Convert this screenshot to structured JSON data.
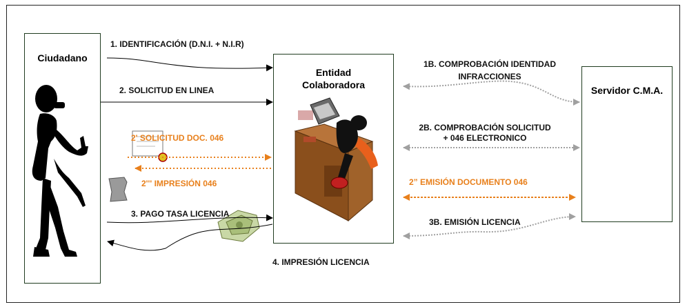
{
  "nodes": {
    "ciudadano": "Ciudadano",
    "entidad_l1": "Entidad",
    "entidad_l2": "Colaboradora",
    "servidor": "Servidor C.M.A."
  },
  "flows": {
    "f1": "1. IDENTIFICACIÓN (D.N.I. + N.I.R)",
    "f2": "2. SOLICITUD EN LINEA",
    "f2b": "2' SOLICITUD DOC. 046",
    "f2c": "2''' IMPRESIÓN 046",
    "f3": "3. PAGO TASA LICENCIA",
    "f4": "4. IMPRESIÓN LICENCIA",
    "f1b_l1": "1B. COMPROBACIÓN IDENTIDAD",
    "f1b_l2": "INFRACCIONES",
    "f2b_srv_l1": "2B. COMPROBACIÓN SOLICITUD",
    "f2b_srv_l2": "+ 046 ELECTRONICO",
    "f2e": "2” EMISIÓN DOCUMENTO 046",
    "f3b": "3B. EMISIÓN LICENCIA"
  },
  "colors": {
    "black_arrow": "#000000",
    "orange_arrow": "#e8801c",
    "gray_arrow": "#a0a0a0"
  },
  "icons": [
    "person-silhouette-icon",
    "office-worker-desk-icon",
    "document-icon",
    "printed-page-icon",
    "money-bills-icon"
  ]
}
